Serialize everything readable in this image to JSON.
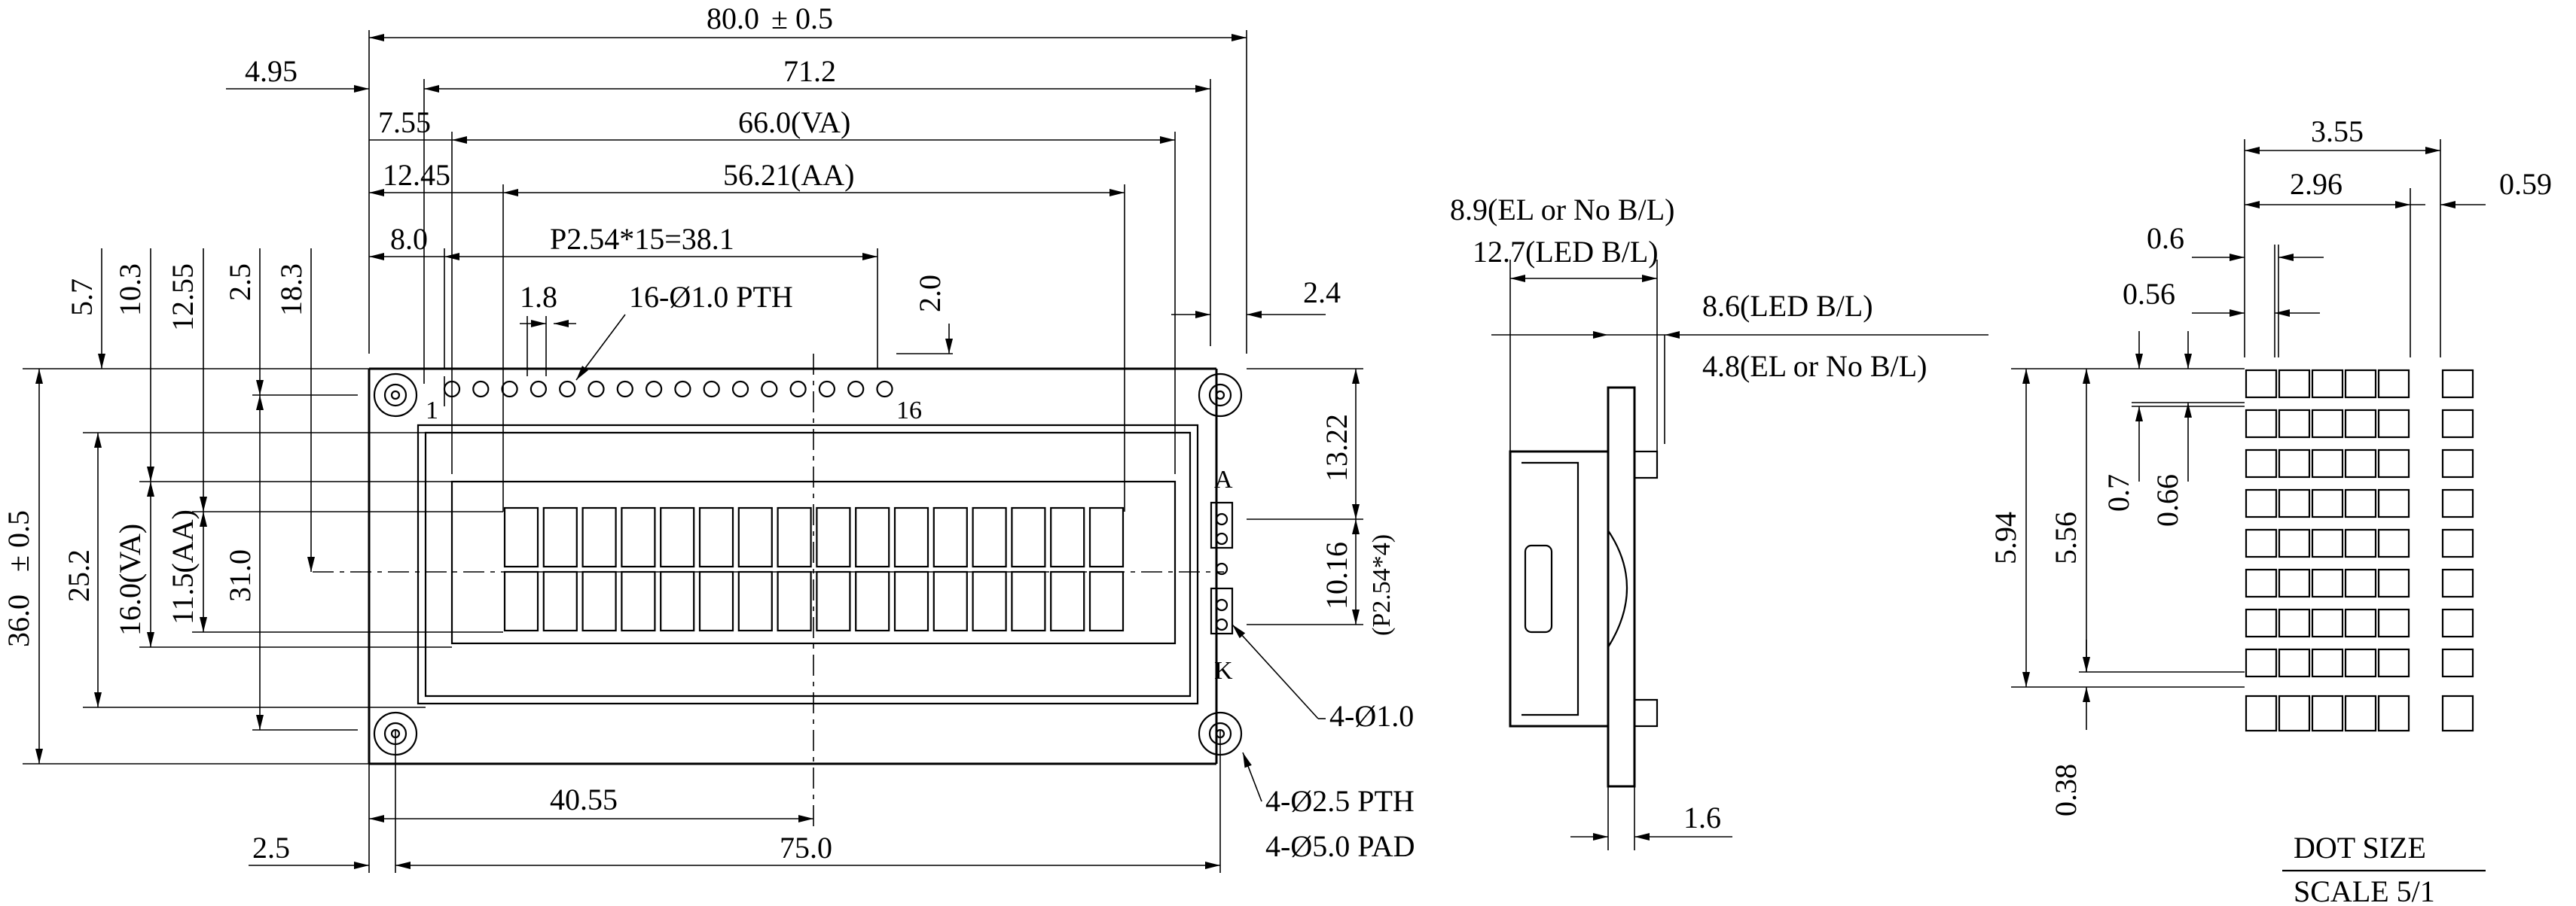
{
  "front_view": {
    "overall_width": "80.0",
    "overall_width_tol": "± 0.5",
    "hole_pitch_w": "71.2",
    "va_width": "66.0(VA)",
    "aa_width": "56.21(AA)",
    "pin_span": "P2.54*15=38.1",
    "left_offsets": [
      "4.95",
      "7.55",
      "12.45",
      "8.0"
    ],
    "pin_label": "16-Ø1.0 PTH",
    "pin_spacing": "1.8",
    "pin_height": "2.0",
    "right_offset": "2.4",
    "vert_offsets": [
      "5.7",
      "10.3",
      "12.55",
      "2.5",
      "18.3"
    ],
    "overall_height": "36.0",
    "overall_height_tol": "± 0.5",
    "hole_pitch_h": "31.0",
    "va_height": "16.0(VA)",
    "aa_height": "11.5(AA)",
    "bezel_height": "25.2",
    "pin1": "1",
    "pin16": "16",
    "led_a": "A",
    "led_k": "K",
    "led_from_top": "13.22",
    "led_pitch": "10.16",
    "led_pitch_note": "(P2.54*4)",
    "led_holes": "4-Ø1.0",
    "bottom_left": "2.5",
    "center_dist": "40.55",
    "hole_pitch_bottom": "75.0",
    "mount_holes": "4-Ø2.5 PTH",
    "mount_pads": "4-Ø5.0 PAD"
  },
  "side_view": {
    "thick_el": "8.9(EL or No B/L)",
    "thick_led": "12.7(LED B/L)",
    "module_led": "8.6(LED B/L)",
    "module_el": "4.8(EL or No B/L)",
    "pcb_thickness": "1.6"
  },
  "dot_detail": {
    "char_pitch_w": "3.55",
    "char_w": "2.96",
    "gap_w": "0.59",
    "dot_pitch_w": "0.6",
    "dot_w": "0.56",
    "char_pitch_h": "5.94",
    "char_h": "5.56",
    "dot_pitch_h": "0.7",
    "dot_h": "0.66",
    "cursor_gap": "0.38",
    "title": "DOT SIZE",
    "scale": "SCALE 5/1"
  }
}
